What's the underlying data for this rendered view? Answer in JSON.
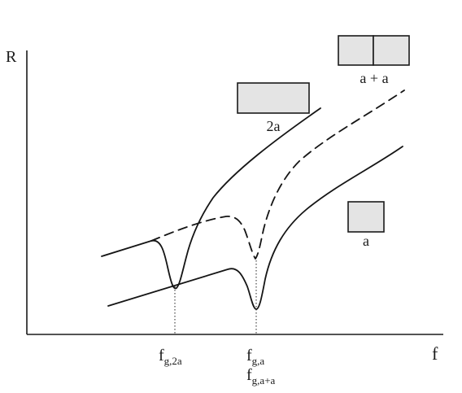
{
  "axes": {
    "y_label": "R",
    "x_label": "f"
  },
  "markers": {
    "f_2a": {
      "base": "f",
      "sub": "g,2a"
    },
    "f_a": {
      "base": "f",
      "sub": "g,a"
    },
    "f_a_plus_a": {
      "base": "f",
      "sub": "g,a+a"
    }
  },
  "insets": {
    "two_a": {
      "label": "2a"
    },
    "a_plus_a": {
      "label": "a + a"
    },
    "a": {
      "label": "a"
    }
  },
  "curves": [
    {
      "name": "2a",
      "style": "solid"
    },
    {
      "name": "a + a",
      "style": "dashed"
    },
    {
      "name": "a",
      "style": "solid"
    }
  ],
  "colors": {
    "ink": "#151515",
    "box_fill": "#e4e4e4",
    "background": "#ffffff"
  }
}
